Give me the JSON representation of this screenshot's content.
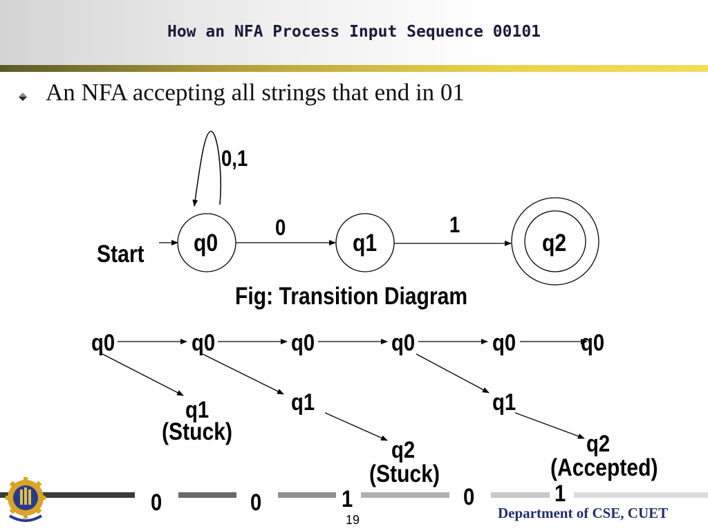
{
  "title": "How an NFA Process Input Sequence 00101",
  "bullet": "An NFA accepting all strings that end in 01",
  "diagram": {
    "start_label": "Start",
    "self_loop_label": "0,1",
    "states": [
      "q0",
      "q1",
      "q2"
    ],
    "accepting_state": "q2",
    "edge_q0_q1": "0",
    "edge_q1_q2": "1",
    "caption": "Fig: Transition Diagram"
  },
  "trace": {
    "q0_row": [
      "q0",
      "q0",
      "q0",
      "q0",
      "q0",
      "q0"
    ],
    "q1_stuck": "q1",
    "stuck_1": "(Stuck)",
    "q1_second": "q1",
    "q2_stuck": "q2",
    "stuck_2": "(Stuck)",
    "q1_third": "q1",
    "q2_accepted": "q2",
    "accepted": "(Accepted)"
  },
  "input_symbols": [
    "0",
    "0",
    "1",
    "0",
    "1"
  ],
  "footer": {
    "page_number": "19",
    "department": "Department of CSE, CUET"
  },
  "colors": {
    "title": "#1a1a3a",
    "department": "#1f2f6b",
    "header_line": "#e9d24a",
    "footer_bar_dark": "#3a3a3a",
    "footer_bar_light": "#c8c8c8"
  }
}
